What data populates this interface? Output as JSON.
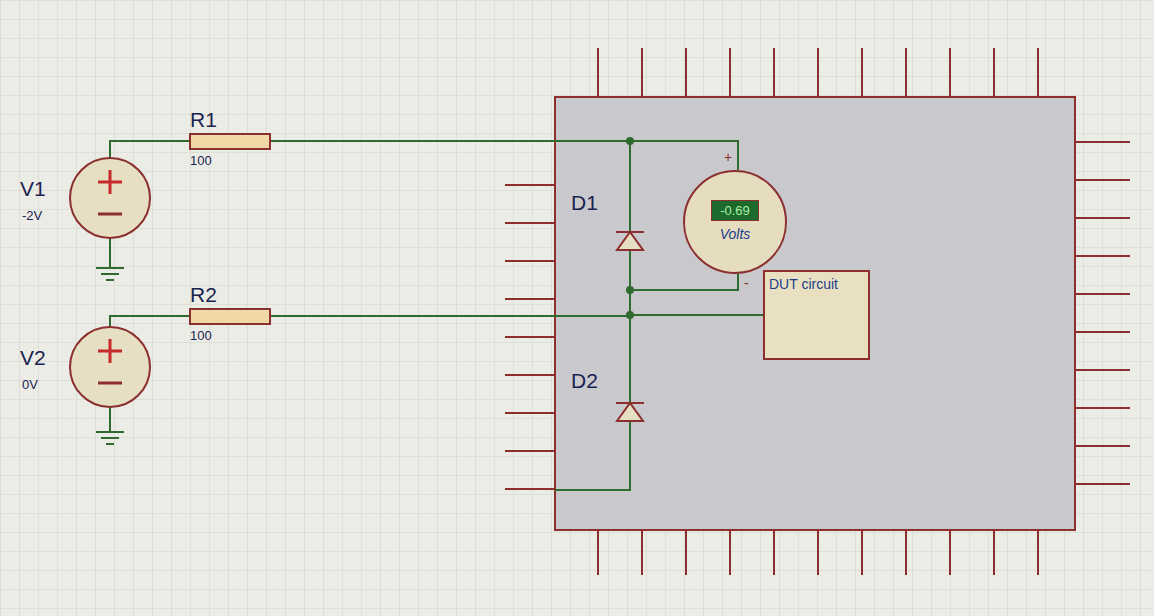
{
  "diagram": {
    "nodes": [
      {
        "text": [
          "-0.69",
          "Volts"
        ]
      },
      {
        "text": [
          "DUT circuit"
        ]
      }
    ],
    "edges": [
      {
        "from": 0,
        "to": 1,
        "arrow": "none"
      }
    ],
    "labels": [
      "V1",
      "-2V",
      "R1",
      "100",
      "V2",
      "0V",
      "R2",
      "100",
      "D1",
      "D2",
      "+",
      "-"
    ]
  }
}
